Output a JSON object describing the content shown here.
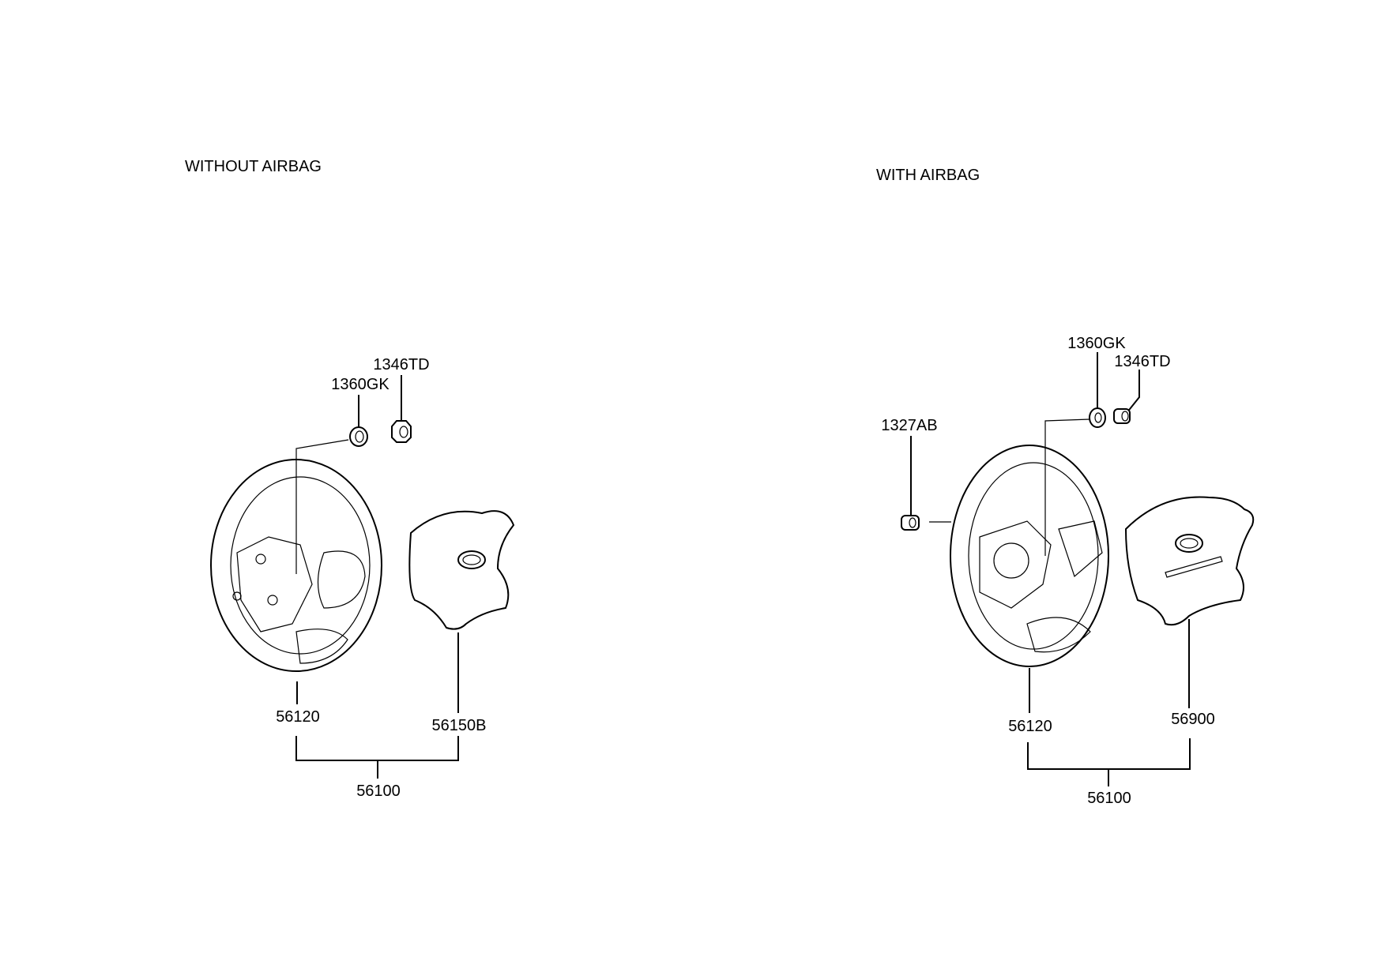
{
  "sections": [
    {
      "title": "WITHOUT AIRBAG",
      "labels": {
        "nut": "1346TD",
        "washer": "1360GK",
        "wheel": "56120",
        "pad": "56150B",
        "assembly": "56100"
      }
    },
    {
      "title": "WITH AIRBAG",
      "labels": {
        "bolt": "1327AB",
        "washer": "1360GK",
        "nut": "1346TD",
        "wheel": "56120",
        "airbag": "56900",
        "assembly": "56100"
      }
    }
  ]
}
